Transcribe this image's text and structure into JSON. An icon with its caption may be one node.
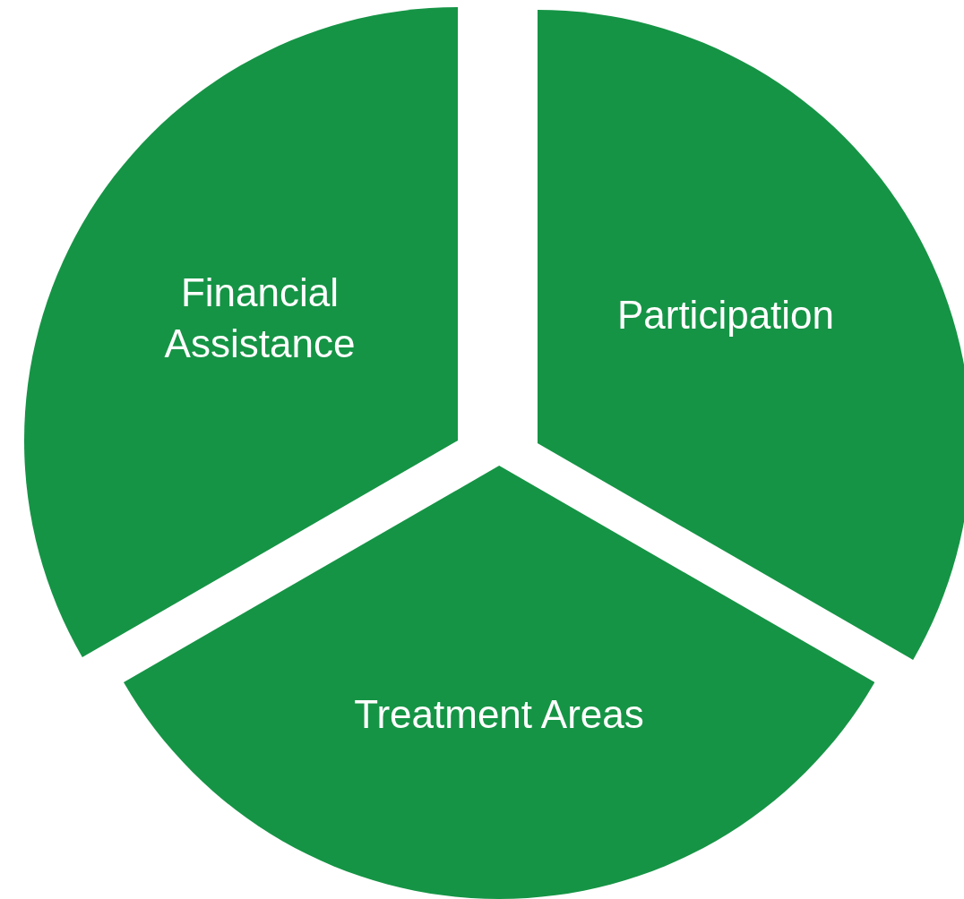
{
  "diagram": {
    "nodes": [
      {
        "text": [
          "Financial Assistance"
        ]
      },
      {
        "text": [
          "Participation"
        ]
      },
      {
        "text": [
          "Treatment Areas"
        ]
      }
    ]
  }
}
